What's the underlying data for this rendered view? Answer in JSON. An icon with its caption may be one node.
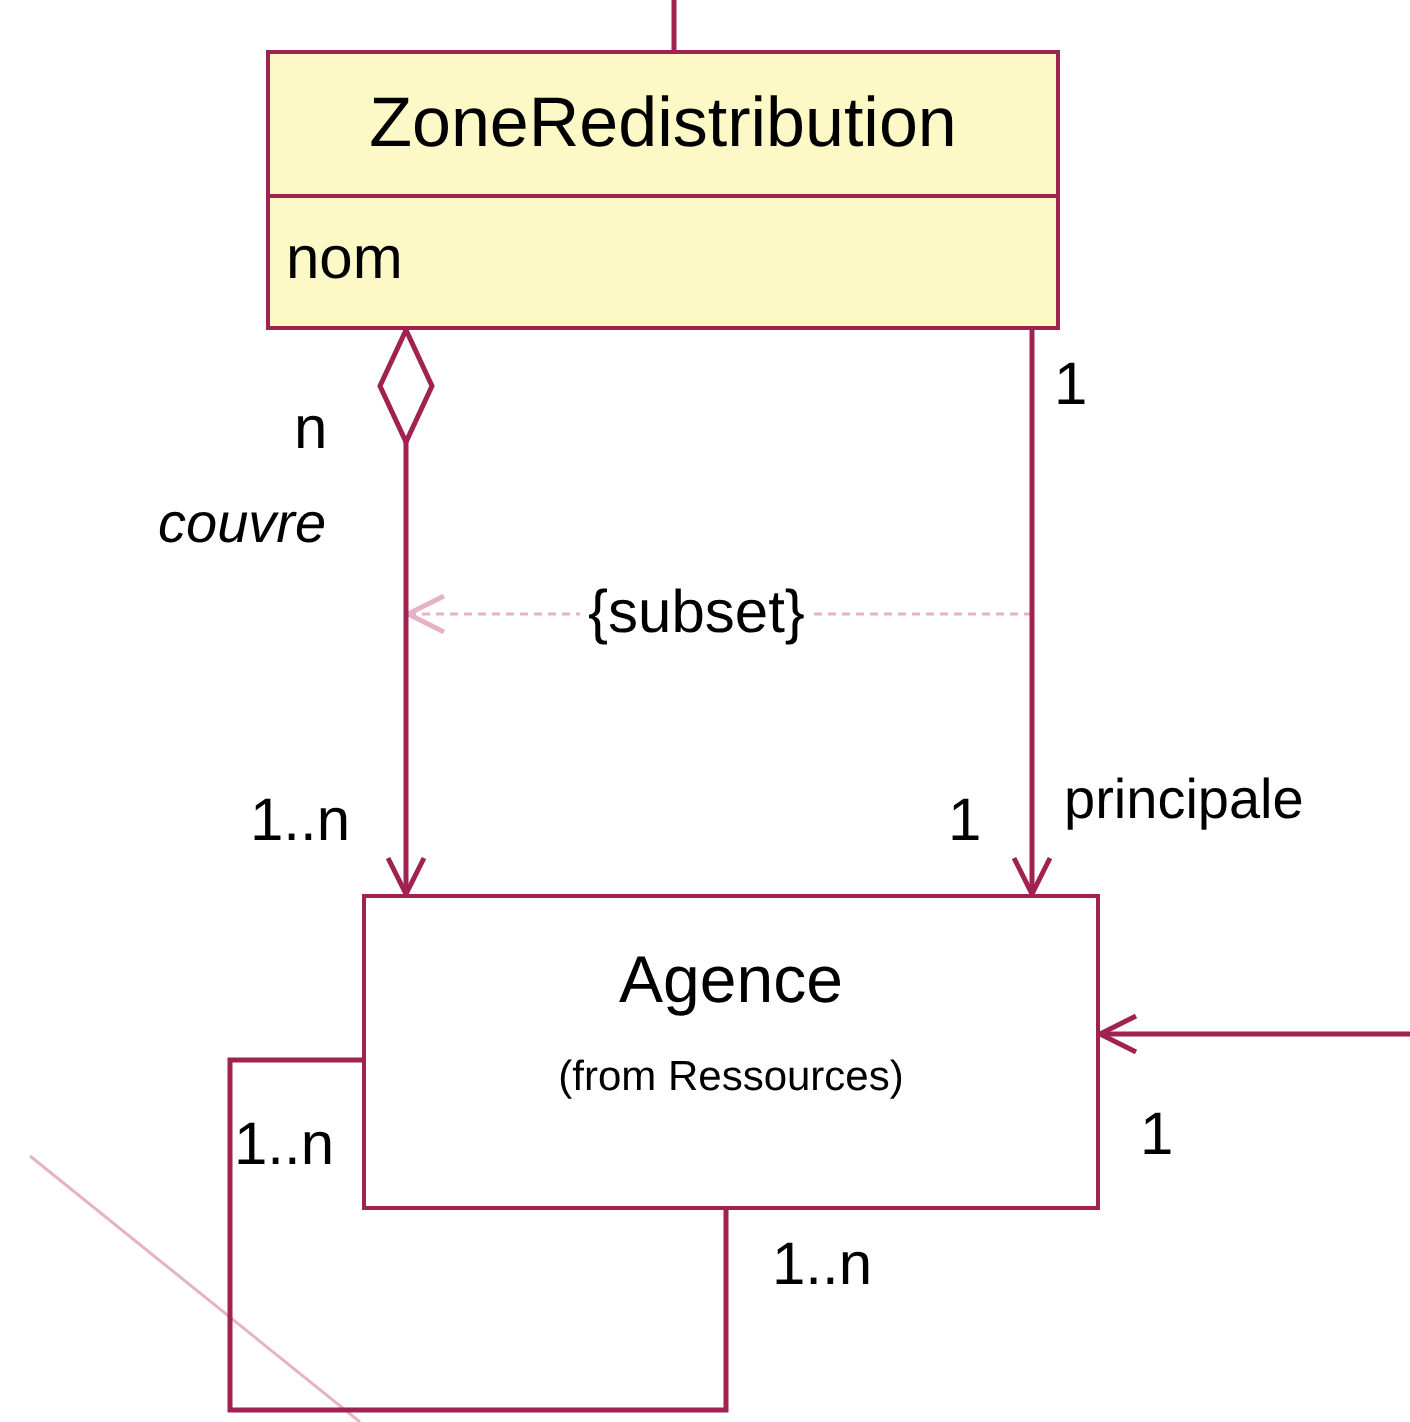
{
  "diagram": {
    "nodes": [
      {
        "text": [
          "ZoneRedistribution",
          "nom"
        ]
      },
      {
        "text": [
          "Agence",
          "(from Ressources)"
        ]
      }
    ],
    "edges": [
      {
        "from": null,
        "to": 0,
        "arrow": "none"
      },
      {
        "from": 0,
        "to": 1,
        "arrow": "to"
      },
      {
        "from": 0,
        "to": 1,
        "arrow": "to"
      },
      {
        "from": null,
        "to": 1,
        "arrow": "to"
      },
      {
        "from": 1,
        "to": 1,
        "arrow": "none"
      }
    ],
    "labels": [
      "1",
      "n",
      "couvre",
      "{subset}",
      "1..n",
      "1",
      "principale",
      "1..n",
      "1",
      "1..n"
    ]
  }
}
